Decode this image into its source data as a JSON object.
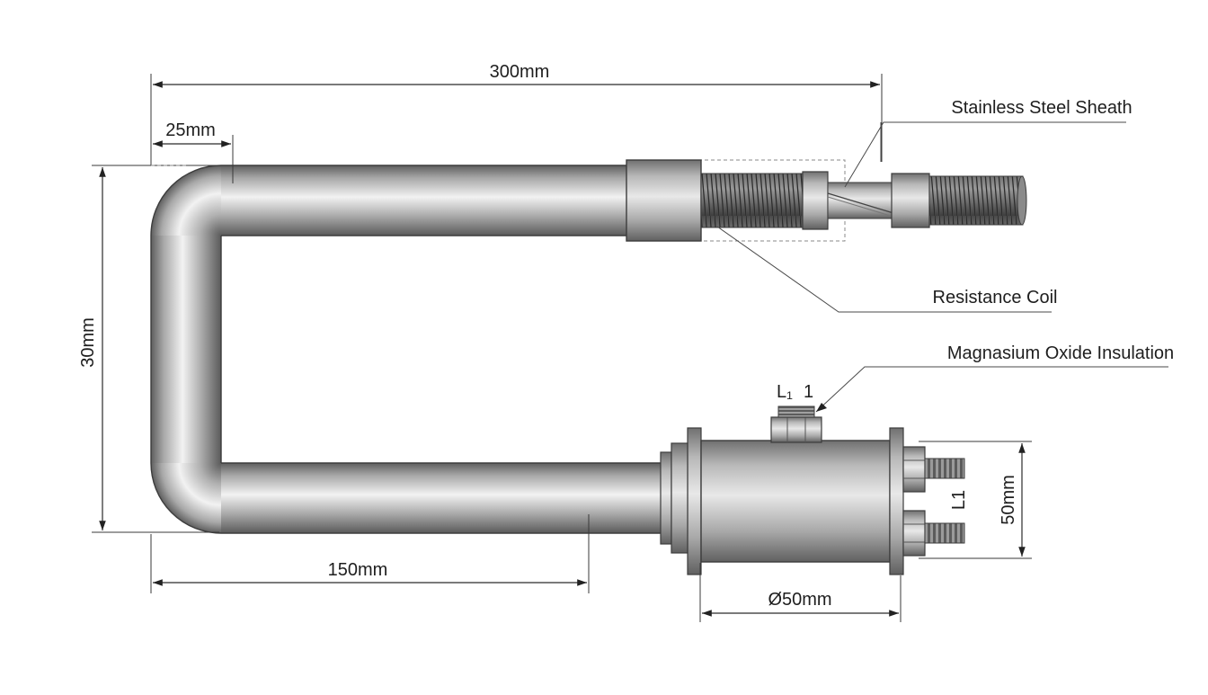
{
  "dimensions": {
    "overall_length": "300mm",
    "bend_offset": "25mm",
    "height": "30mm",
    "leg_length": "150mm",
    "housing_diameter": "Ø50mm",
    "terminal_height": "50mm"
  },
  "callouts": {
    "sheath": "Stainless Steel Sheath",
    "coil": "Resistance Coil",
    "insulation": "Magnasium Oxide Insulation"
  },
  "terminals": {
    "top_label": "L₁",
    "top_number": "1",
    "side_label": "L1"
  },
  "colors": {
    "metal_dark": "#6f6f6f",
    "metal_mid": "#b5b5b5",
    "metal_light": "#ececec",
    "line": "#2a2a2a"
  }
}
